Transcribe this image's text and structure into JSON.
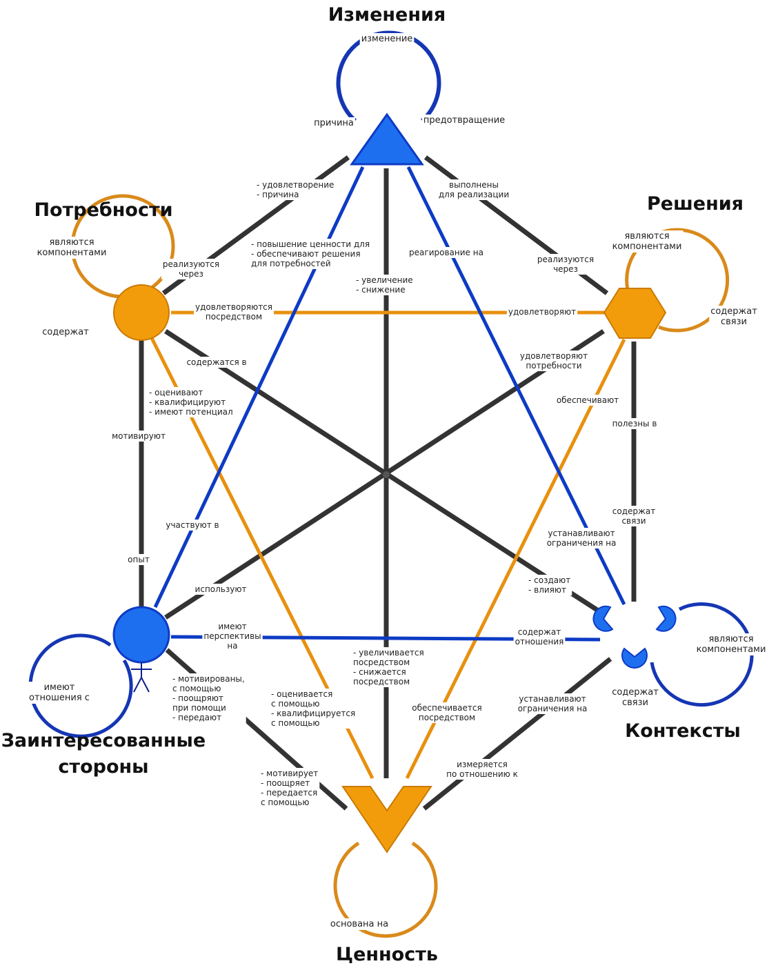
{
  "colors": {
    "dark": "#333333",
    "orange": "#e8900e",
    "blue": "#0d3bc4",
    "node_blue": "#1e6ff0",
    "node_orange": "#f39c0b",
    "loop_orange": "#d98a1a",
    "loop_blue": "#1536b4"
  },
  "icons": {
    "changes": "triangle-icon",
    "needs": "circle-icon",
    "solutions": "hexagon-icon",
    "stakeholders": "person-icon",
    "contexts": "context-icon",
    "value": "chevron-icon"
  },
  "titles": {
    "changes": "Изменения",
    "needs": "Потребности",
    "solutions": "Решения",
    "stakeholders_1": "Заинтересованные",
    "stakeholders_2": "стороны",
    "contexts": "Контексты",
    "value": "Ценность"
  },
  "loops": {
    "changes": [
      "изменение",
      "причина",
      "предотвращение"
    ],
    "needs": [
      "являются",
      "компонентами",
      "содержат"
    ],
    "solutions": [
      "являются",
      "компонентами",
      "содержат",
      "связи"
    ],
    "stakeholders": [
      "имеют",
      "отношения с"
    ],
    "contexts": [
      "являются",
      "компонентами",
      "содержат",
      "связи"
    ],
    "value": [
      "основана на"
    ]
  },
  "edges": {
    "changes_needs": [
      "- удовлетворение",
      "- причина"
    ],
    "needs_changes": [
      "реализуются",
      "через"
    ],
    "changes_solutions": [
      "выполнены",
      "для реализации"
    ],
    "solutions_changes": [
      "реализуются",
      "через"
    ],
    "stakeholders_changes": [
      "- повышение ценности для",
      "- обеспечивают решения",
      "для потребностей"
    ],
    "contexts_changes": [
      "реагирование на"
    ],
    "value_changes": [
      "- увеличение",
      "- снижение"
    ],
    "needs_solutions": [
      "удовлетворяются",
      "посредством"
    ],
    "solutions_needs": [
      "удовлетворяют"
    ],
    "needs_contexts": [
      "содержатся в"
    ],
    "needs_value": [
      "- оценивают",
      "- квалифицируют",
      "- имеют потенциал"
    ],
    "needs_stakeholders_1": [
      "мотивируют"
    ],
    "needs_stakeholders_2": [
      "опыт"
    ],
    "solutions_stakeholders": [
      "удовлетворяют",
      "потребности"
    ],
    "solutions_value": [
      "обеспечивают"
    ],
    "solutions_contexts_1": [
      "полезны в"
    ],
    "solutions_contexts_2": [
      "содержат",
      "связи"
    ],
    "stakeholders_changes_2": [
      "участвуют в"
    ],
    "changes_contexts": [
      "устанавливают",
      "ограничения на"
    ],
    "stakeholders_solutions": [
      "используют"
    ],
    "contexts_needs": [
      "- создают",
      "- влияют"
    ],
    "stakeholders_contexts": [
      "имеют",
      "перспективы",
      "на"
    ],
    "contexts_stakeholders": [
      "содержат",
      "отношения"
    ],
    "value_changes_2": [
      "- увеличивается",
      "посредством",
      "- снижается",
      "посредством"
    ],
    "stakeholders_value": [
      "- мотивированы,",
      "с помощью",
      "- поощряют",
      "при помощи",
      "- передают"
    ],
    "value_needs": [
      "- оценивается",
      "с помощью",
      "- квалифицируется",
      "с помощью"
    ],
    "value_solutions": [
      "обеспечивается",
      "посредством"
    ],
    "contexts_value": [
      "устанавливают",
      "ограничения на"
    ],
    "value_stakeholders": [
      "- мотивирует",
      "- поощряет",
      "- передается",
      "с помощью"
    ],
    "value_contexts": [
      "измеряется",
      "по отношению к"
    ]
  }
}
